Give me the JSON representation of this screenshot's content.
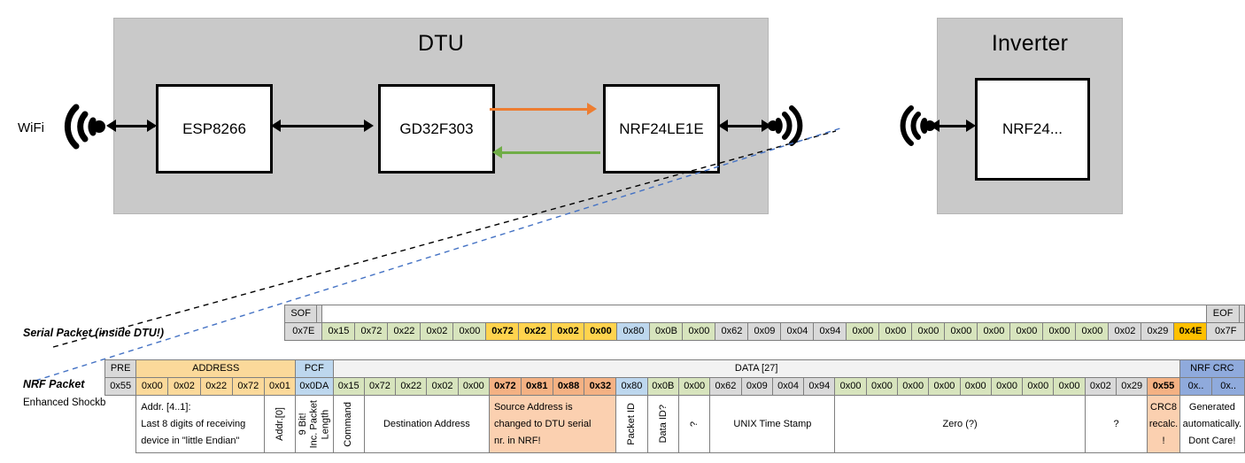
{
  "diagram": {
    "dtu": {
      "title": "DTU",
      "chips": [
        {
          "label": "ESP8266"
        },
        {
          "label": "GD32F303"
        },
        {
          "label": "NRF24LE1E"
        }
      ],
      "wifi_label": "WiFi",
      "link_colors": {
        "uplink": "#ed7d31",
        "downlink": "#70ad47",
        "default": "#000000"
      }
    },
    "inverter": {
      "title": "Inverter",
      "chips": [
        {
          "label": "NRF24..."
        }
      ]
    }
  },
  "serial_packet": {
    "row_label": "Serial Packet (inside DTU!)",
    "sof_header": "SOF",
    "eof_header": "EOF",
    "sof_value": "0x7E",
    "eof_value": "0x7F",
    "bytes": [
      {
        "v": "0x15",
        "c": "v-green"
      },
      {
        "v": "0x72",
        "c": "v-green"
      },
      {
        "v": "0x22",
        "c": "v-green"
      },
      {
        "v": "0x02",
        "c": "v-green"
      },
      {
        "v": "0x00",
        "c": "v-green"
      },
      {
        "v": "0x72",
        "c": "v-yellow"
      },
      {
        "v": "0x22",
        "c": "v-yellow"
      },
      {
        "v": "0x02",
        "c": "v-yellow"
      },
      {
        "v": "0x00",
        "c": "v-yellow"
      },
      {
        "v": "0x80",
        "c": "v-blue"
      },
      {
        "v": "0x0B",
        "c": "v-green"
      },
      {
        "v": "0x00",
        "c": "v-green"
      },
      {
        "v": "0x62",
        "c": "v-gray"
      },
      {
        "v": "0x09",
        "c": "v-gray"
      },
      {
        "v": "0x04",
        "c": "v-gray"
      },
      {
        "v": "0x94",
        "c": "v-gray"
      },
      {
        "v": "0x00",
        "c": "v-green"
      },
      {
        "v": "0x00",
        "c": "v-green"
      },
      {
        "v": "0x00",
        "c": "v-green"
      },
      {
        "v": "0x00",
        "c": "v-green"
      },
      {
        "v": "0x00",
        "c": "v-green"
      },
      {
        "v": "0x00",
        "c": "v-green"
      },
      {
        "v": "0x00",
        "c": "v-green"
      },
      {
        "v": "0x00",
        "c": "v-green"
      },
      {
        "v": "0x02",
        "c": "v-gray"
      },
      {
        "v": "0x29",
        "c": "v-gray"
      },
      {
        "v": "0x4E",
        "c": "v-amber"
      }
    ]
  },
  "nrf_packet": {
    "row_label": "NRF Packet",
    "sub_label": "Enhanced Shockburst",
    "headers": {
      "pre": "PRE",
      "address": "ADDRESS",
      "pcf": "PCF",
      "data": "DATA [27]",
      "crc": "NRF CRC"
    },
    "pre_value": "0x55",
    "address_values": [
      "0x00",
      "0x02",
      "0x22",
      "0x72",
      "0x01"
    ],
    "pcf_value": "0x0DA",
    "crc_values": [
      "0x..",
      "0x.."
    ],
    "bytes": [
      {
        "v": "0x15",
        "c": "v-green"
      },
      {
        "v": "0x72",
        "c": "v-green"
      },
      {
        "v": "0x22",
        "c": "v-green"
      },
      {
        "v": "0x02",
        "c": "v-green"
      },
      {
        "v": "0x00",
        "c": "v-green"
      },
      {
        "v": "0x72",
        "c": "v-orange"
      },
      {
        "v": "0x81",
        "c": "v-orange"
      },
      {
        "v": "0x88",
        "c": "v-orange"
      },
      {
        "v": "0x32",
        "c": "v-orange"
      },
      {
        "v": "0x80",
        "c": "v-blue"
      },
      {
        "v": "0x0B",
        "c": "v-green"
      },
      {
        "v": "0x00",
        "c": "v-green"
      },
      {
        "v": "0x62",
        "c": "v-gray"
      },
      {
        "v": "0x09",
        "c": "v-gray"
      },
      {
        "v": "0x04",
        "c": "v-gray"
      },
      {
        "v": "0x94",
        "c": "v-gray"
      },
      {
        "v": "0x00",
        "c": "v-green"
      },
      {
        "v": "0x00",
        "c": "v-green"
      },
      {
        "v": "0x00",
        "c": "v-green"
      },
      {
        "v": "0x00",
        "c": "v-green"
      },
      {
        "v": "0x00",
        "c": "v-green"
      },
      {
        "v": "0x00",
        "c": "v-green"
      },
      {
        "v": "0x00",
        "c": "v-green"
      },
      {
        "v": "0x00",
        "c": "v-green"
      },
      {
        "v": "0x02",
        "c": "v-gray"
      },
      {
        "v": "0x29",
        "c": "v-gray"
      },
      {
        "v": "0x55",
        "c": "v-orange"
      }
    ],
    "descriptions": {
      "address_note_line1": "Addr. [4..1]:",
      "address_note_line2": "Last 8 digits of receiving",
      "address_note_line3": "device in \"little Endian\"",
      "addr0": "Addr.[0]",
      "pcf_note_a": "9 Bit!",
      "pcf_note_b": "Inc. Packet",
      "pcf_note_c": "Length",
      "command": "Command",
      "destination_address": "Destination Address",
      "source_note_line1": "Source Address is",
      "source_note_line2": "changed to DTU serial",
      "source_note_line3": "nr. in NRF!",
      "packet_id": "Packet ID",
      "data_id": "Data ID?",
      "unknown1": "?",
      "unix_time_stamp": "UNIX Time Stamp",
      "zero": "Zero (?)",
      "unknown2": "?",
      "crc8_line1": "CRC8",
      "crc8_line2": "recalc.",
      "crc8_line3": "!",
      "crc_note_line1": "Generated",
      "crc_note_line2": "automatically.",
      "crc_note_line3": "Dont Care!"
    }
  },
  "colors": {
    "green": "#d7e4bd",
    "yellow": "#ffd34e",
    "light_yellow": "#fbd99a",
    "blue": "#bdd7ee",
    "header_blue": "#8faadc",
    "orange": "#f4b183",
    "light_orange": "#fbd0b0",
    "amber": "#ffc000",
    "gray": "#d9d9d9",
    "enclosure": "#c9c9c9"
  }
}
